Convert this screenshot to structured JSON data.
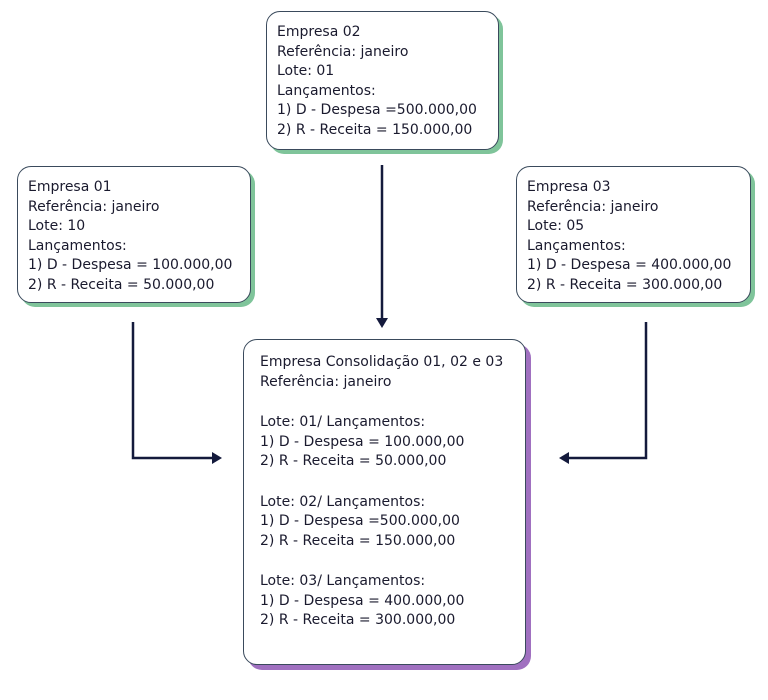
{
  "empresa02": {
    "lines": [
      "Empresa 02",
      "Referência: janeiro",
      "Lote: 01",
      "Lançamentos:",
      "1) D - Despesa =500.000,00",
      "2) R - Receita = 150.000,00"
    ]
  },
  "empresa01": {
    "lines": [
      "Empresa 01",
      "Referência: janeiro",
      "Lote: 10",
      "Lançamentos:",
      "1) D - Despesa = 100.000,00",
      "2) R - Receita = 50.000,00"
    ]
  },
  "empresa03": {
    "lines": [
      "Empresa 03",
      "Referência: janeiro",
      "Lote: 05",
      "Lançamentos:",
      "1) D - Despesa = 400.000,00",
      "2) R - Receita = 300.000,00"
    ]
  },
  "consolidado": {
    "title": "Empresa Consolidação 01, 02 e 03",
    "referencia": "Referência: janeiro",
    "lote01": {
      "header": "Lote: 01/ Lançamentos:",
      "despesa": "1) D - Despesa = 100.000,00",
      "receita": "2) R - Receita = 50.000,00"
    },
    "lote02": {
      "header": "Lote: 02/ Lançamentos:",
      "despesa": "1) D - Despesa =500.000,00",
      "receita": "2) R - Receita = 150.000,00"
    },
    "lote03": {
      "header": "Lote: 03/ Lançamentos:",
      "despesa": "1) D - Despesa = 400.000,00",
      "receita": "2) R - Receita = 300.000,00"
    }
  },
  "colors": {
    "border": "#3a4a5c",
    "shadow_source": "#7fc49a",
    "shadow_consolidated": "#a070c0",
    "arrow": "#141a3c"
  }
}
